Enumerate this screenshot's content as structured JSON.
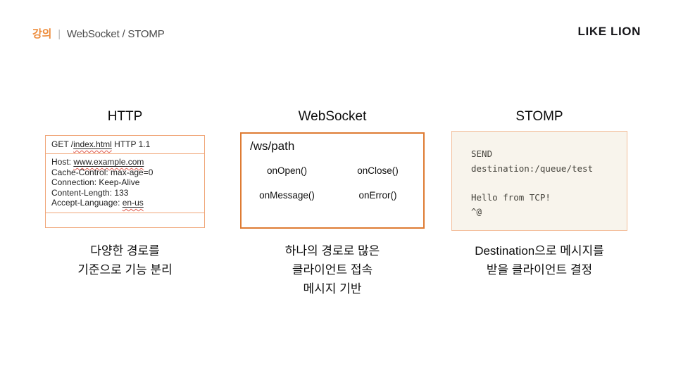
{
  "header": {
    "tag": "강의",
    "separator": "|",
    "title": "WebSocket / STOMP",
    "logo": "LIKE LION"
  },
  "colors": {
    "accent_orange": "#ED8C3B",
    "http_border": "#F0A679",
    "websocket_border": "#DE7B33",
    "stomp_border": "#F3BE9B",
    "stomp_background": "#F8F4EC",
    "spellcheck_red": "#E05A4E"
  },
  "http": {
    "title": "HTTP",
    "request": {
      "prefix": "GET /",
      "underlined": "index.html",
      "suffix": " HTTP 1.1"
    },
    "host": {
      "prefix": "Host: ",
      "underlined": "www.example.com"
    },
    "plain_headers": [
      "Cache-Control: max-age=0",
      "Connection: Keep-Alive",
      "Content-Length: 133"
    ],
    "accept": {
      "prefix": "Accept-Language: ",
      "underlined": "en-us"
    },
    "caption_lines": [
      "다양한 경로를",
      "기준으로 기능 분리"
    ]
  },
  "websocket": {
    "title": "WebSocket",
    "path": "/ws/path",
    "handlers": [
      "onOpen()",
      "onClose()",
      "onMessage()",
      "onError()"
    ],
    "caption_lines": [
      "하나의 경로로 많은",
      "클라이언트 접속",
      "메시지 기반"
    ]
  },
  "stomp": {
    "title": "STOMP",
    "frame_lines": [
      "SEND",
      "destination:/queue/test",
      "",
      "Hello from TCP!",
      "^@"
    ],
    "caption_lines": [
      "Destination으로 메시지를",
      "받을 클라이언트 결정"
    ]
  }
}
